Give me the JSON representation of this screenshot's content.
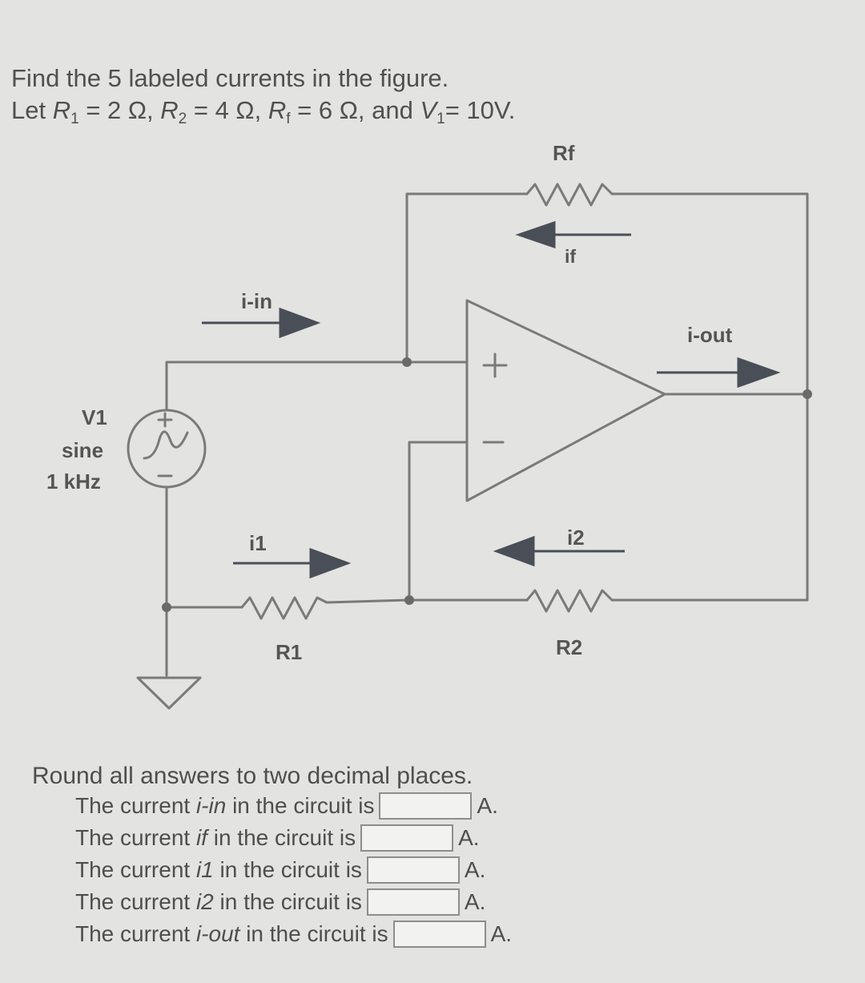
{
  "problem": {
    "line1": "Find the 5 labeled currents in the figure.",
    "line2": {
      "prefix": "Let ",
      "r1_var": "R",
      "r1_sub": "1",
      "r1_val": " = 2 Ω, ",
      "r2_var": "R",
      "r2_sub": "2",
      "r2_val": " = 4 Ω, ",
      "rf_var": "R",
      "rf_sub": "f",
      "rf_val": " = 6 Ω, and ",
      "v1_var": "V",
      "v1_sub": "1",
      "v1_val": "= 10V."
    }
  },
  "circuit": {
    "labels": {
      "rf": "Rf",
      "if": "if",
      "i_in": "i-in",
      "i_out": "i-out",
      "v1": "V1",
      "sine": "sine",
      "freq": "1 kHz",
      "i1": "i1",
      "i2": "i2",
      "r1": "R1",
      "r2": "R2",
      "plus": "+",
      "minus": "—"
    }
  },
  "answers": {
    "note": "Round all answers to two decimal places.",
    "rows": [
      {
        "prefix": "The current ",
        "var": "i-in",
        "suffix": " in the circuit is",
        "value": "",
        "unit": "A."
      },
      {
        "prefix": "The current ",
        "var": "if",
        "suffix": " in the circuit is",
        "value": "",
        "unit": "A."
      },
      {
        "prefix": "The current ",
        "var": "i1",
        "suffix": " in the circuit is",
        "value": "",
        "unit": "A."
      },
      {
        "prefix": "The current ",
        "var": "i2",
        "suffix": " in the circuit is",
        "value": "",
        "unit": "A."
      },
      {
        "prefix": "The current ",
        "var": "i-out",
        "suffix": " in the circuit is",
        "value": "",
        "unit": "A."
      }
    ]
  }
}
